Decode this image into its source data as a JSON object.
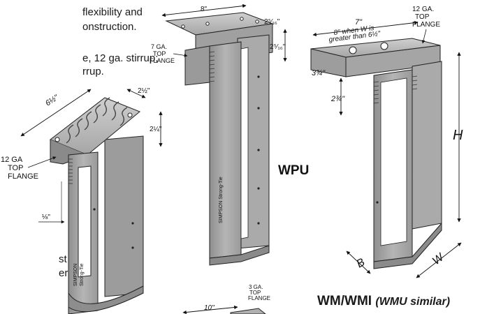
{
  "intro_text": {
    "line1": "flexibility and",
    "line2": "onstruction.",
    "line3": "e, 12 ga. stirrup;",
    "line4": "rrup.",
    "line5": "st",
    "line6": "er."
  },
  "products": {
    "wpu": {
      "name": "WPU",
      "width_dim": "8\"",
      "flange_thickness_dim": "2⁵⁄₁₆\"",
      "flange_height_dim": "2⁵⁄₁₆\"",
      "flange_label": [
        "7 GA.",
        "TOP",
        "FLANGE"
      ],
      "stamp": "SIMPSON Strong-Tie"
    },
    "wm": {
      "name": "WM/WMI",
      "similar_note": "(WMU similar)",
      "top_dim": "7\"",
      "top_note": [
        "8\" when W is",
        "greater than 6½\""
      ],
      "flange_label": [
        "12 GA.",
        "TOP",
        "FLANGE"
      ],
      "side_dim_1": "3¾\"",
      "side_dim_2": "2¾\"",
      "height_label": "H",
      "b_label": "B",
      "w_label": "W"
    },
    "lbv": {
      "length_dim": "6½\"",
      "width_dim": "2½\"",
      "height_dim": "2¼\"",
      "flange_label": [
        "12 GA",
        "TOP",
        "FLANGE"
      ],
      "thickness_dim": "⅛\"",
      "stamp": [
        "SIMPSON",
        "Strong-Tie"
      ]
    },
    "bottom": {
      "length_dim": "10\"",
      "flange_label": [
        "3 GA.",
        "TOP",
        "FLANGE"
      ]
    }
  },
  "colors": {
    "metal": "#a9a9a9",
    "metal_light": "#c9c9c9",
    "metal_dark": "#7d7d7d",
    "line": "#1a1a1a"
  }
}
